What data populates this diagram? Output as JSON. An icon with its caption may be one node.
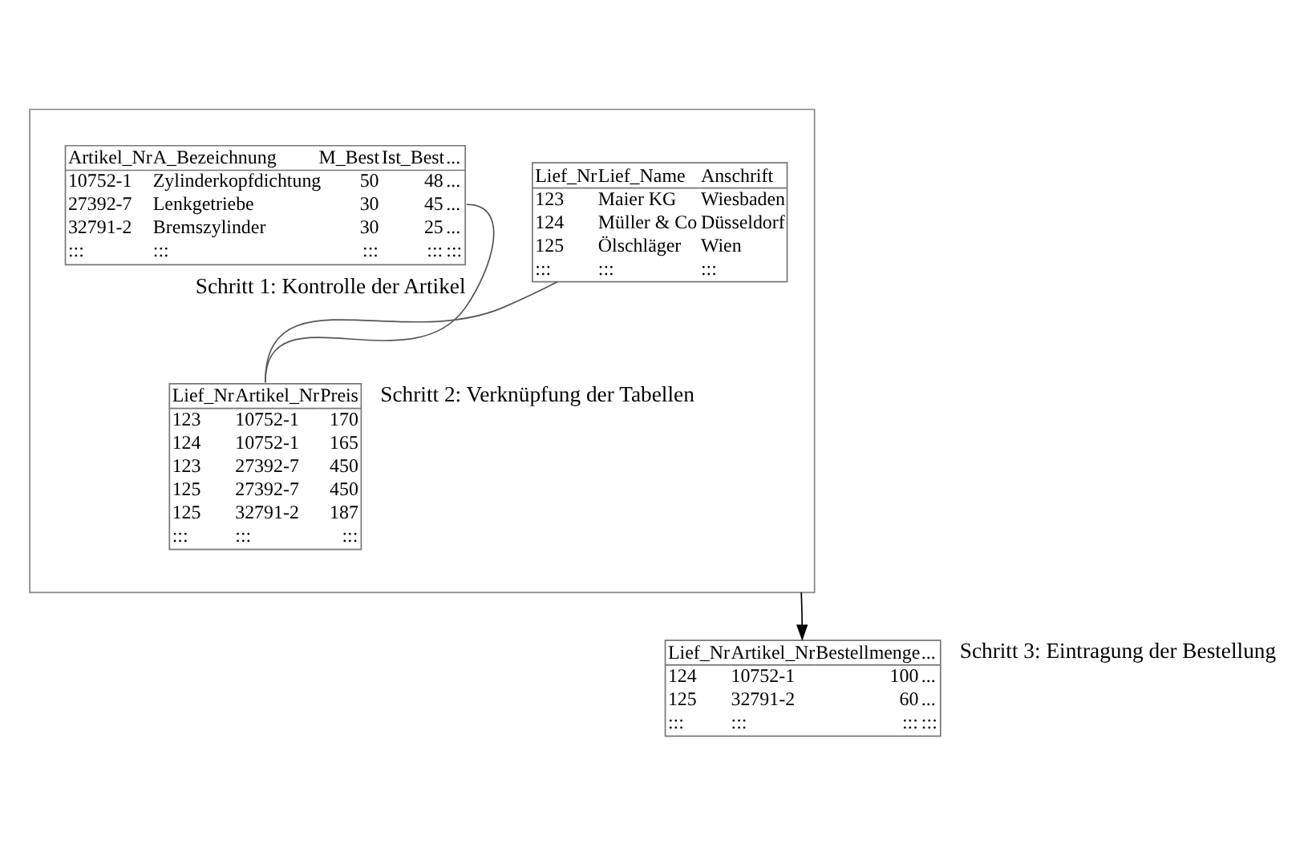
{
  "diagram": {
    "nodes": [
      {
        "text": [],
        "shape": "box"
      },
      {
        "text": [
          "Lief_Nr",
          "Lief_Name",
          "Anschrift",
          "123",
          "Maier KG",
          "Wiesbaden",
          "124",
          "Müller & Co",
          "Düsseldorf",
          "125",
          "Ölschläger",
          "Wien",
          ":::",
          ":::",
          ":::"
        ],
        "in": 0
      },
      {
        "text": [
          "Artikel_Nr",
          "A_Bezeichnung",
          "M_Best",
          "Ist_Best",
          "...",
          "10752-1",
          "Zylinderkopfdichtung",
          "50",
          "48",
          "...",
          "27392-7",
          "Lenkgetriebe",
          "30",
          "45",
          "...",
          "32791-2",
          "Bremszylinder",
          "30",
          "25",
          "...",
          ":::",
          ":::",
          ":::",
          ":::",
          ":::"
        ],
        "in": 0,
        "beside": [
          "Schritt 1: Kontrolle der Artikel"
        ]
      },
      {
        "text": [
          "Lief_Nr",
          "Artikel_Nr",
          "Preis",
          "123",
          "10752-1",
          "170",
          "124",
          "10752-1",
          "165",
          "123",
          "27392-7",
          "450",
          "125",
          "27392-7",
          "450",
          "125",
          "32791-2",
          "187",
          ":::",
          ":::",
          ":::"
        ],
        "in": 0,
        "beside": [
          "Schritt 2: Verknüpfung der Tabellen"
        ]
      },
      {
        "text": [
          "Lief_Nr",
          "Artikel_Nr",
          "Bestellmenge",
          "...",
          "124",
          "10752-1",
          "100",
          "...",
          "125",
          "32791-2",
          "60",
          "...",
          ":::",
          ":::",
          ":::",
          ":::"
        ],
        "beside": [
          "Schritt 3: Eintragung der Bestellung"
        ]
      }
    ],
    "edges": [
      {
        "from": 1,
        "to": 3,
        "arrow": "none"
      },
      {
        "from": 2,
        "to": 3,
        "arrow": "none"
      },
      {
        "from": 0,
        "to": 4,
        "arrow": "to"
      }
    ]
  }
}
